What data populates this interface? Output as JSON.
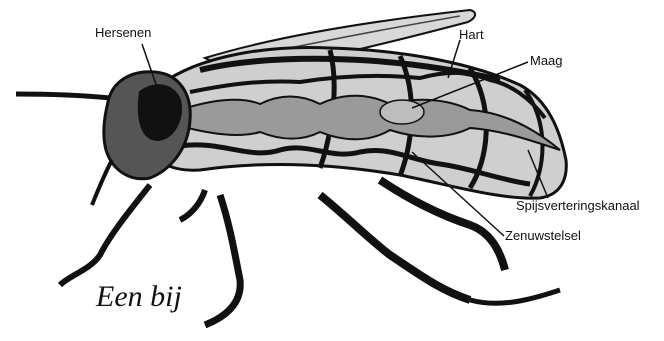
{
  "diagram": {
    "caption": "Een bij",
    "labels": {
      "brain": "Hersenen",
      "heart": "Hart",
      "stomach": "Maag",
      "digestive_tract": "Spijsverteringskanaal",
      "nervous_system": "Zenuwstelsel"
    },
    "colors": {
      "ink": "#111111",
      "background": "#ffffff",
      "organ_fill": "#9a9a9a"
    }
  }
}
